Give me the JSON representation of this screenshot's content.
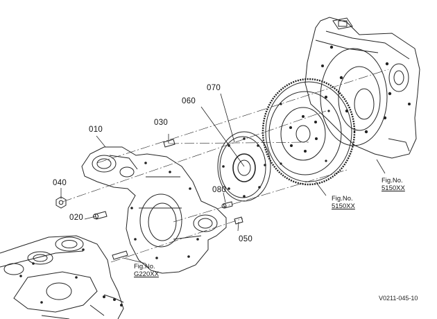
{
  "parts": {
    "p010": "010",
    "p020": "020",
    "p030": "030",
    "p040": "040",
    "p050": "050",
    "p060": "060",
    "p070": "070",
    "p080": "080"
  },
  "refs": {
    "flywheel_housing": {
      "prefix": "Fig.No.",
      "code": "5150XX"
    },
    "flywheel": {
      "prefix": "Fig.No.",
      "code": "5150XX"
    },
    "engine": {
      "prefix": "Fig.No.",
      "code": "G220XX"
    }
  },
  "doc_id": "V0211-045-10"
}
